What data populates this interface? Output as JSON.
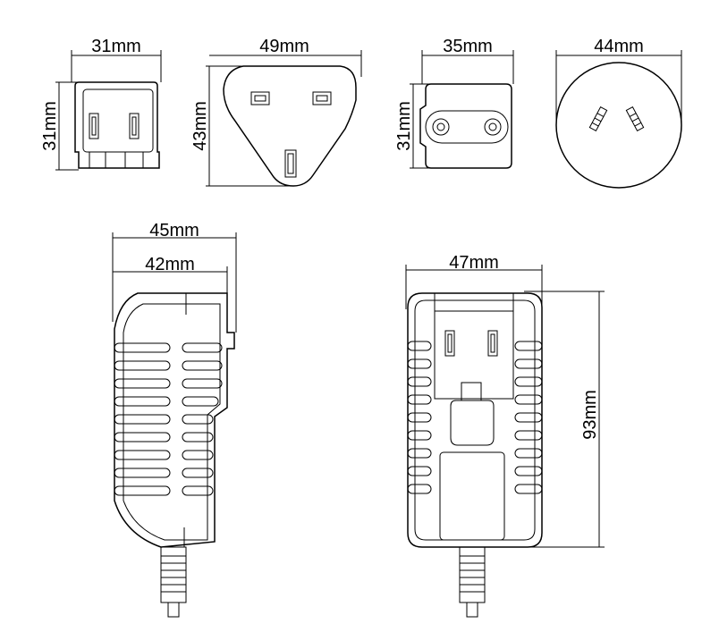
{
  "dimensions": {
    "us_plug_width": "31mm",
    "us_plug_height": "31mm",
    "uk_plug_width": "49mm",
    "uk_plug_height": "43mm",
    "eu_plug_width": "35mm",
    "eu_plug_height": "31mm",
    "au_plug_width": "44mm",
    "adapter_side_depth_total": "45mm",
    "adapter_side_depth_body": "42mm",
    "adapter_front_width": "47mm",
    "adapter_front_height": "93mm"
  }
}
